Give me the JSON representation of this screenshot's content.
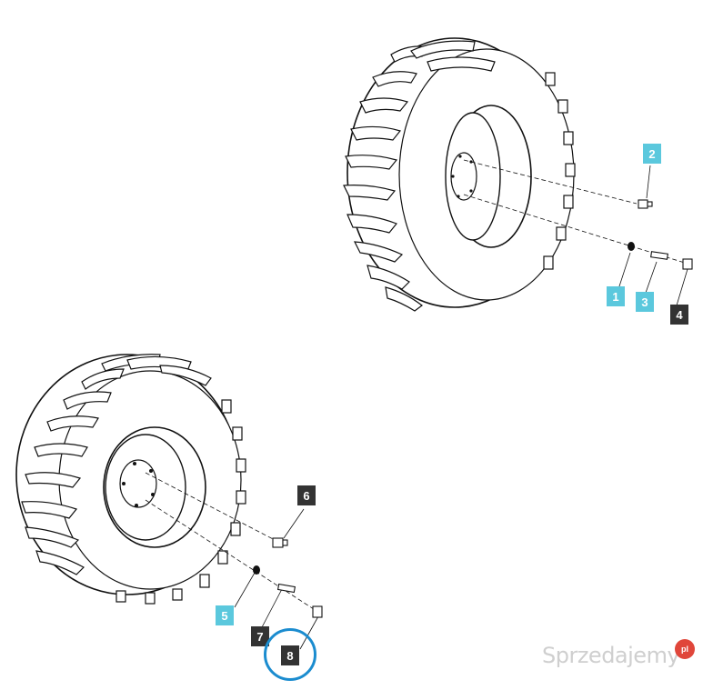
{
  "callouts": [
    {
      "id": "1",
      "label": "1",
      "style": "cyan"
    },
    {
      "id": "2",
      "label": "2",
      "style": "cyan"
    },
    {
      "id": "3",
      "label": "3",
      "style": "cyan"
    },
    {
      "id": "4",
      "label": "4",
      "style": "dark"
    },
    {
      "id": "5",
      "label": "5",
      "style": "cyan"
    },
    {
      "id": "6",
      "label": "6",
      "style": "dark"
    },
    {
      "id": "7",
      "label": "7",
      "style": "dark"
    },
    {
      "id": "8",
      "label": "8",
      "style": "dark"
    }
  ],
  "watermark": {
    "text": "Sprzedajemy",
    "badge": "pl"
  },
  "colors": {
    "cyan": "#5bc8dd",
    "dark": "#333333",
    "highlight": "#1b8ccf",
    "line": "#111111"
  }
}
